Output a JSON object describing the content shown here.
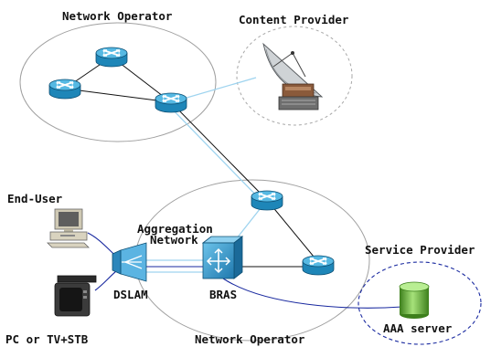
{
  "labels": {
    "network_operator_top": "Network Operator",
    "content_provider": "Content Provider",
    "end_user": "End-User",
    "aggregation_line1": "Aggregation",
    "aggregation_line2": "Network",
    "service_provider": "Service Provider",
    "dslam": "DSLAM",
    "bras": "BRAS",
    "aaa_server": "AAA server",
    "pc_tv_stb": "PC or TV+STB",
    "network_operator_bottom": "Network Operator"
  },
  "colors": {
    "router_fill": "#1e86b8",
    "router_top": "#56b9e3",
    "light_link": "#9fd4ef",
    "dark_link": "#111111",
    "blue_link": "#1a2aa0",
    "db_green": "#6fbf3a"
  },
  "icons": [
    "router-icon",
    "satellite-dish-icon",
    "pc-icon",
    "tv-icon",
    "dslam-icon",
    "bras-switch-icon",
    "database-icon"
  ]
}
